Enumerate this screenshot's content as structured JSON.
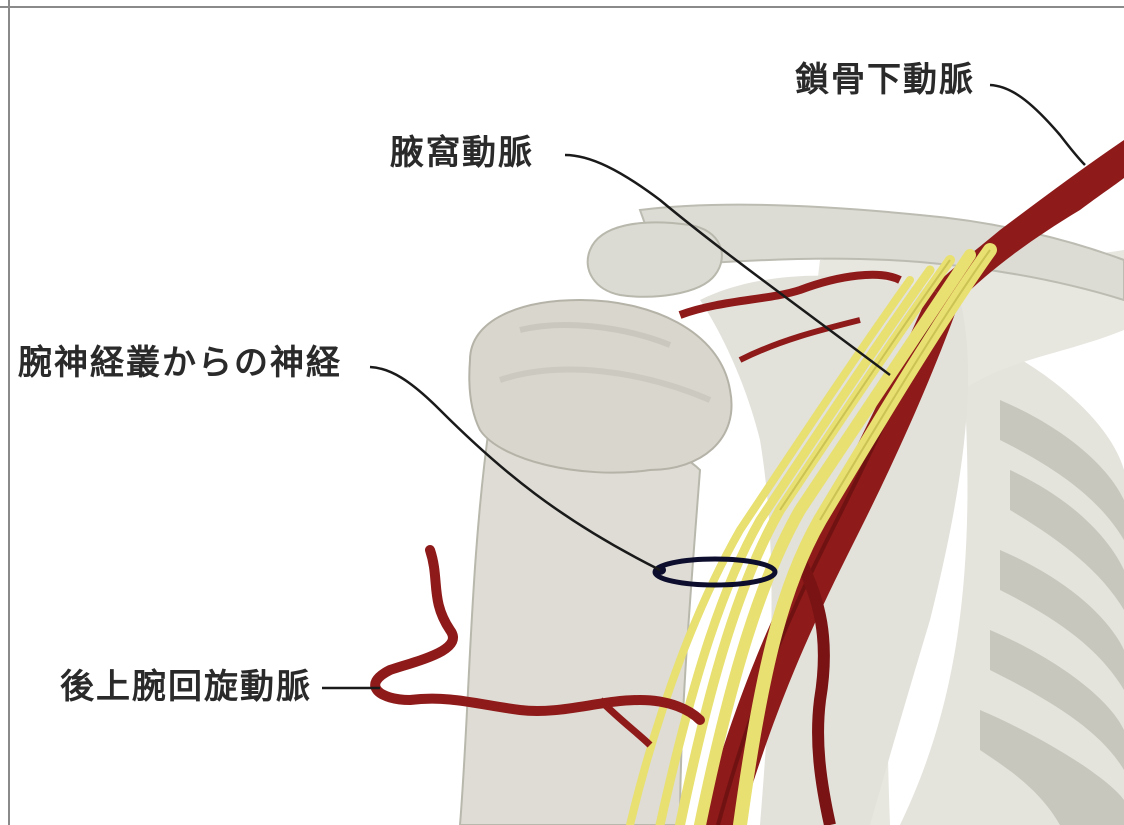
{
  "labels": {
    "subclavian_artery": "鎖骨下動脈",
    "axillary_artery": "腋窩動脈",
    "brachial_plexus_nerves": "腕神経叢からの神経",
    "posterior_humeral_circumflex_artery": "後上腕回旋動脈"
  },
  "colors": {
    "bone": "#dcdbd3",
    "bone_shadow": "#b9b8ad",
    "artery": "#8e1a1a",
    "artery_dark": "#5e0d0d",
    "nerve": "#e8e070",
    "leader_line": "#1a1a1a",
    "label_text": "#2a2a2a"
  }
}
